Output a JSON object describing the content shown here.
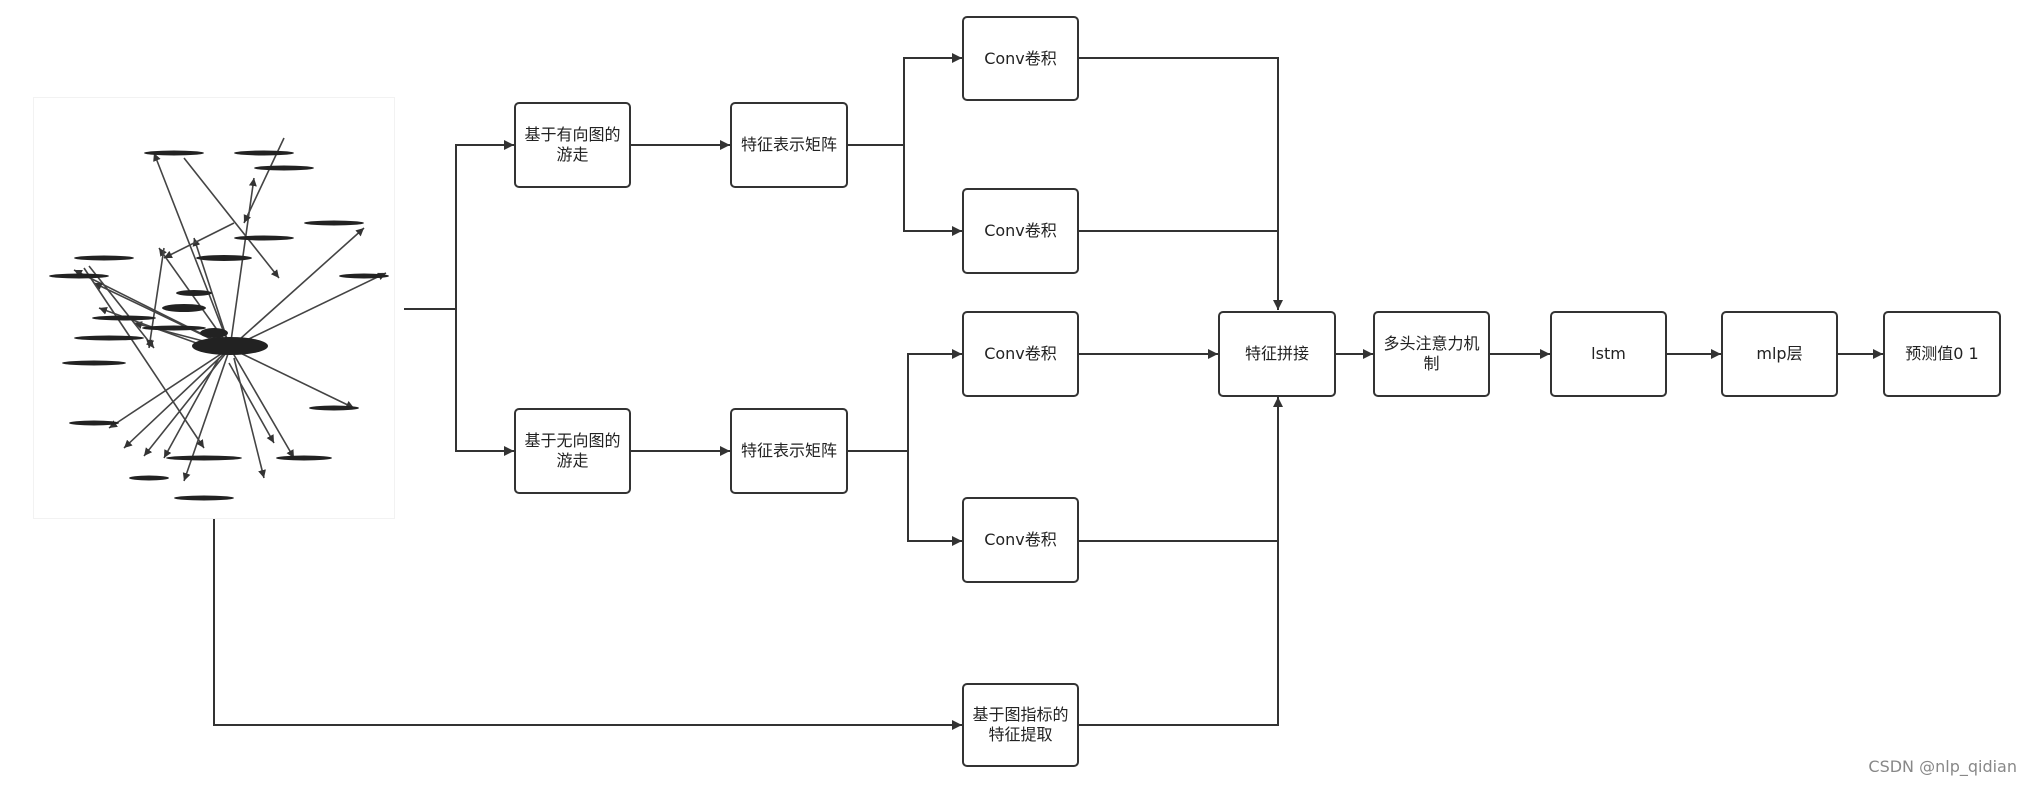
{
  "nodes": {
    "walk_directed": "基于有向图的游走",
    "walk_undirected": "基于无向图的游走",
    "feat_matrix_1": "特征表示矩阵",
    "feat_matrix_2": "特征表示矩阵",
    "conv_1": "Conv卷积",
    "conv_2": "Conv卷积",
    "conv_3": "Conv卷积",
    "conv_4": "Conv卷积",
    "graph_metric_feature": "基于图指标的特征提取",
    "concat": "特征拼接",
    "attention": "多头注意力机制",
    "lstm": "lstm",
    "mlp": "mlp层",
    "prediction": "预测值0 1"
  },
  "watermark": "CSDN @nlp_qidian"
}
